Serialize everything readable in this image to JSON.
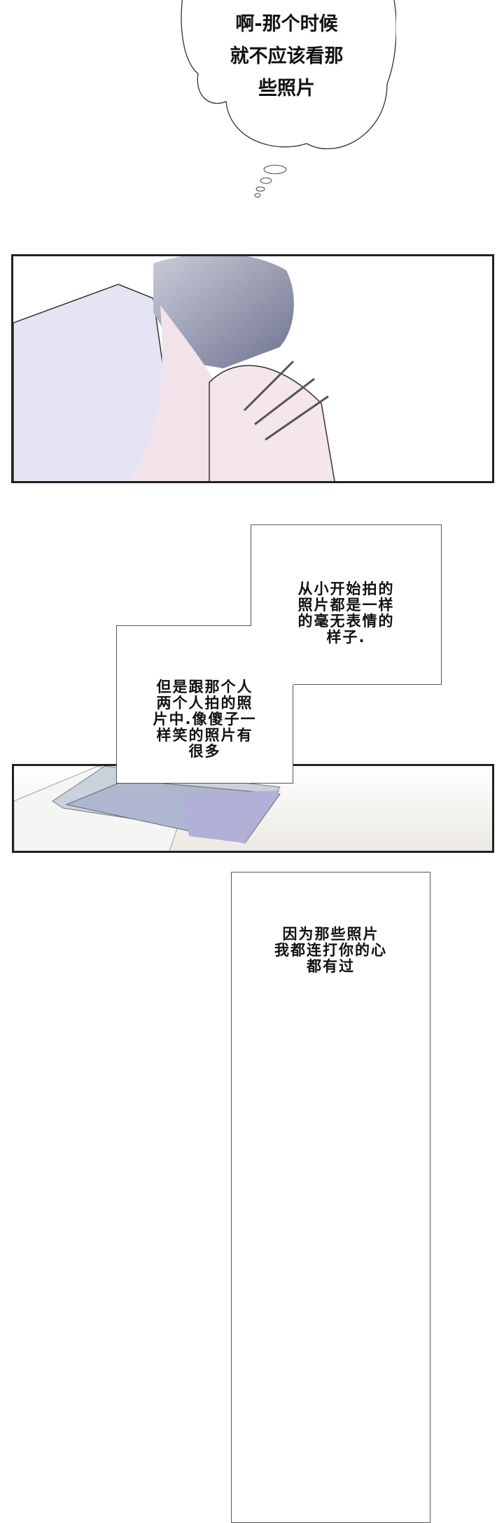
{
  "thought_bubble": {
    "lines": [
      "啊-那个时候",
      "就不应该看那",
      "些照片"
    ]
  },
  "narration_1": {
    "lines": [
      "从小开始拍的",
      "照片都是一样",
      "的毫无表情的",
      "样子."
    ]
  },
  "narration_2": {
    "lines": [
      "但是跟那个人",
      "两个人拍的照",
      "片中.像傻子一",
      "样笑的照片有",
      "很多"
    ]
  },
  "narration_3": {
    "lines": [
      "因为那些照片",
      "我都连打你的心",
      "都有过"
    ]
  },
  "colors": {
    "panel_border": "#222222",
    "hair": "#8a8ea8",
    "shirt": "#e6e6f2",
    "skin": "#f3e4ea"
  }
}
